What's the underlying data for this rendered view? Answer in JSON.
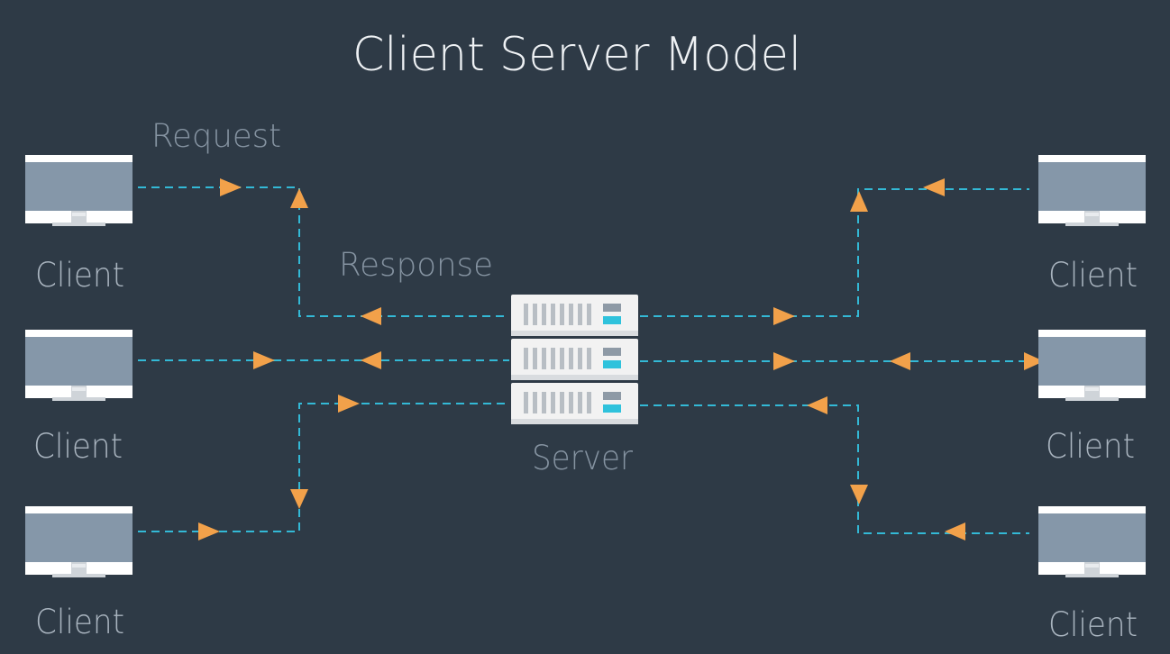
{
  "title": "Client Server Model",
  "labels": {
    "request": "Request",
    "response": "Response",
    "server": "Server"
  },
  "clients": [
    {
      "label": "Client"
    },
    {
      "label": "Client"
    },
    {
      "label": "Client"
    },
    {
      "label": "Client"
    },
    {
      "label": "Client"
    },
    {
      "label": "Client"
    }
  ],
  "colors": {
    "background": "#2e3a46",
    "title_text": "#eef1f4",
    "label_text": "#8593a1",
    "client_label_text": "#a9b4bf",
    "connector_line": "#33b9d6",
    "arrow": "#f2a14a",
    "monitor_frame": "#ffffff",
    "monitor_screen": "#8597a9",
    "monitor_stand": "#cfd4d9",
    "server_body": "#f2f2f2",
    "server_slot": "#b8bec4",
    "server_indicator_gray": "#8e9aa6",
    "server_indicator_cyan": "#2fc2dc"
  },
  "icons": {
    "client": "desktop-monitor-icon",
    "server": "server-rack-icon",
    "arrow": "triangle-arrow-icon"
  }
}
